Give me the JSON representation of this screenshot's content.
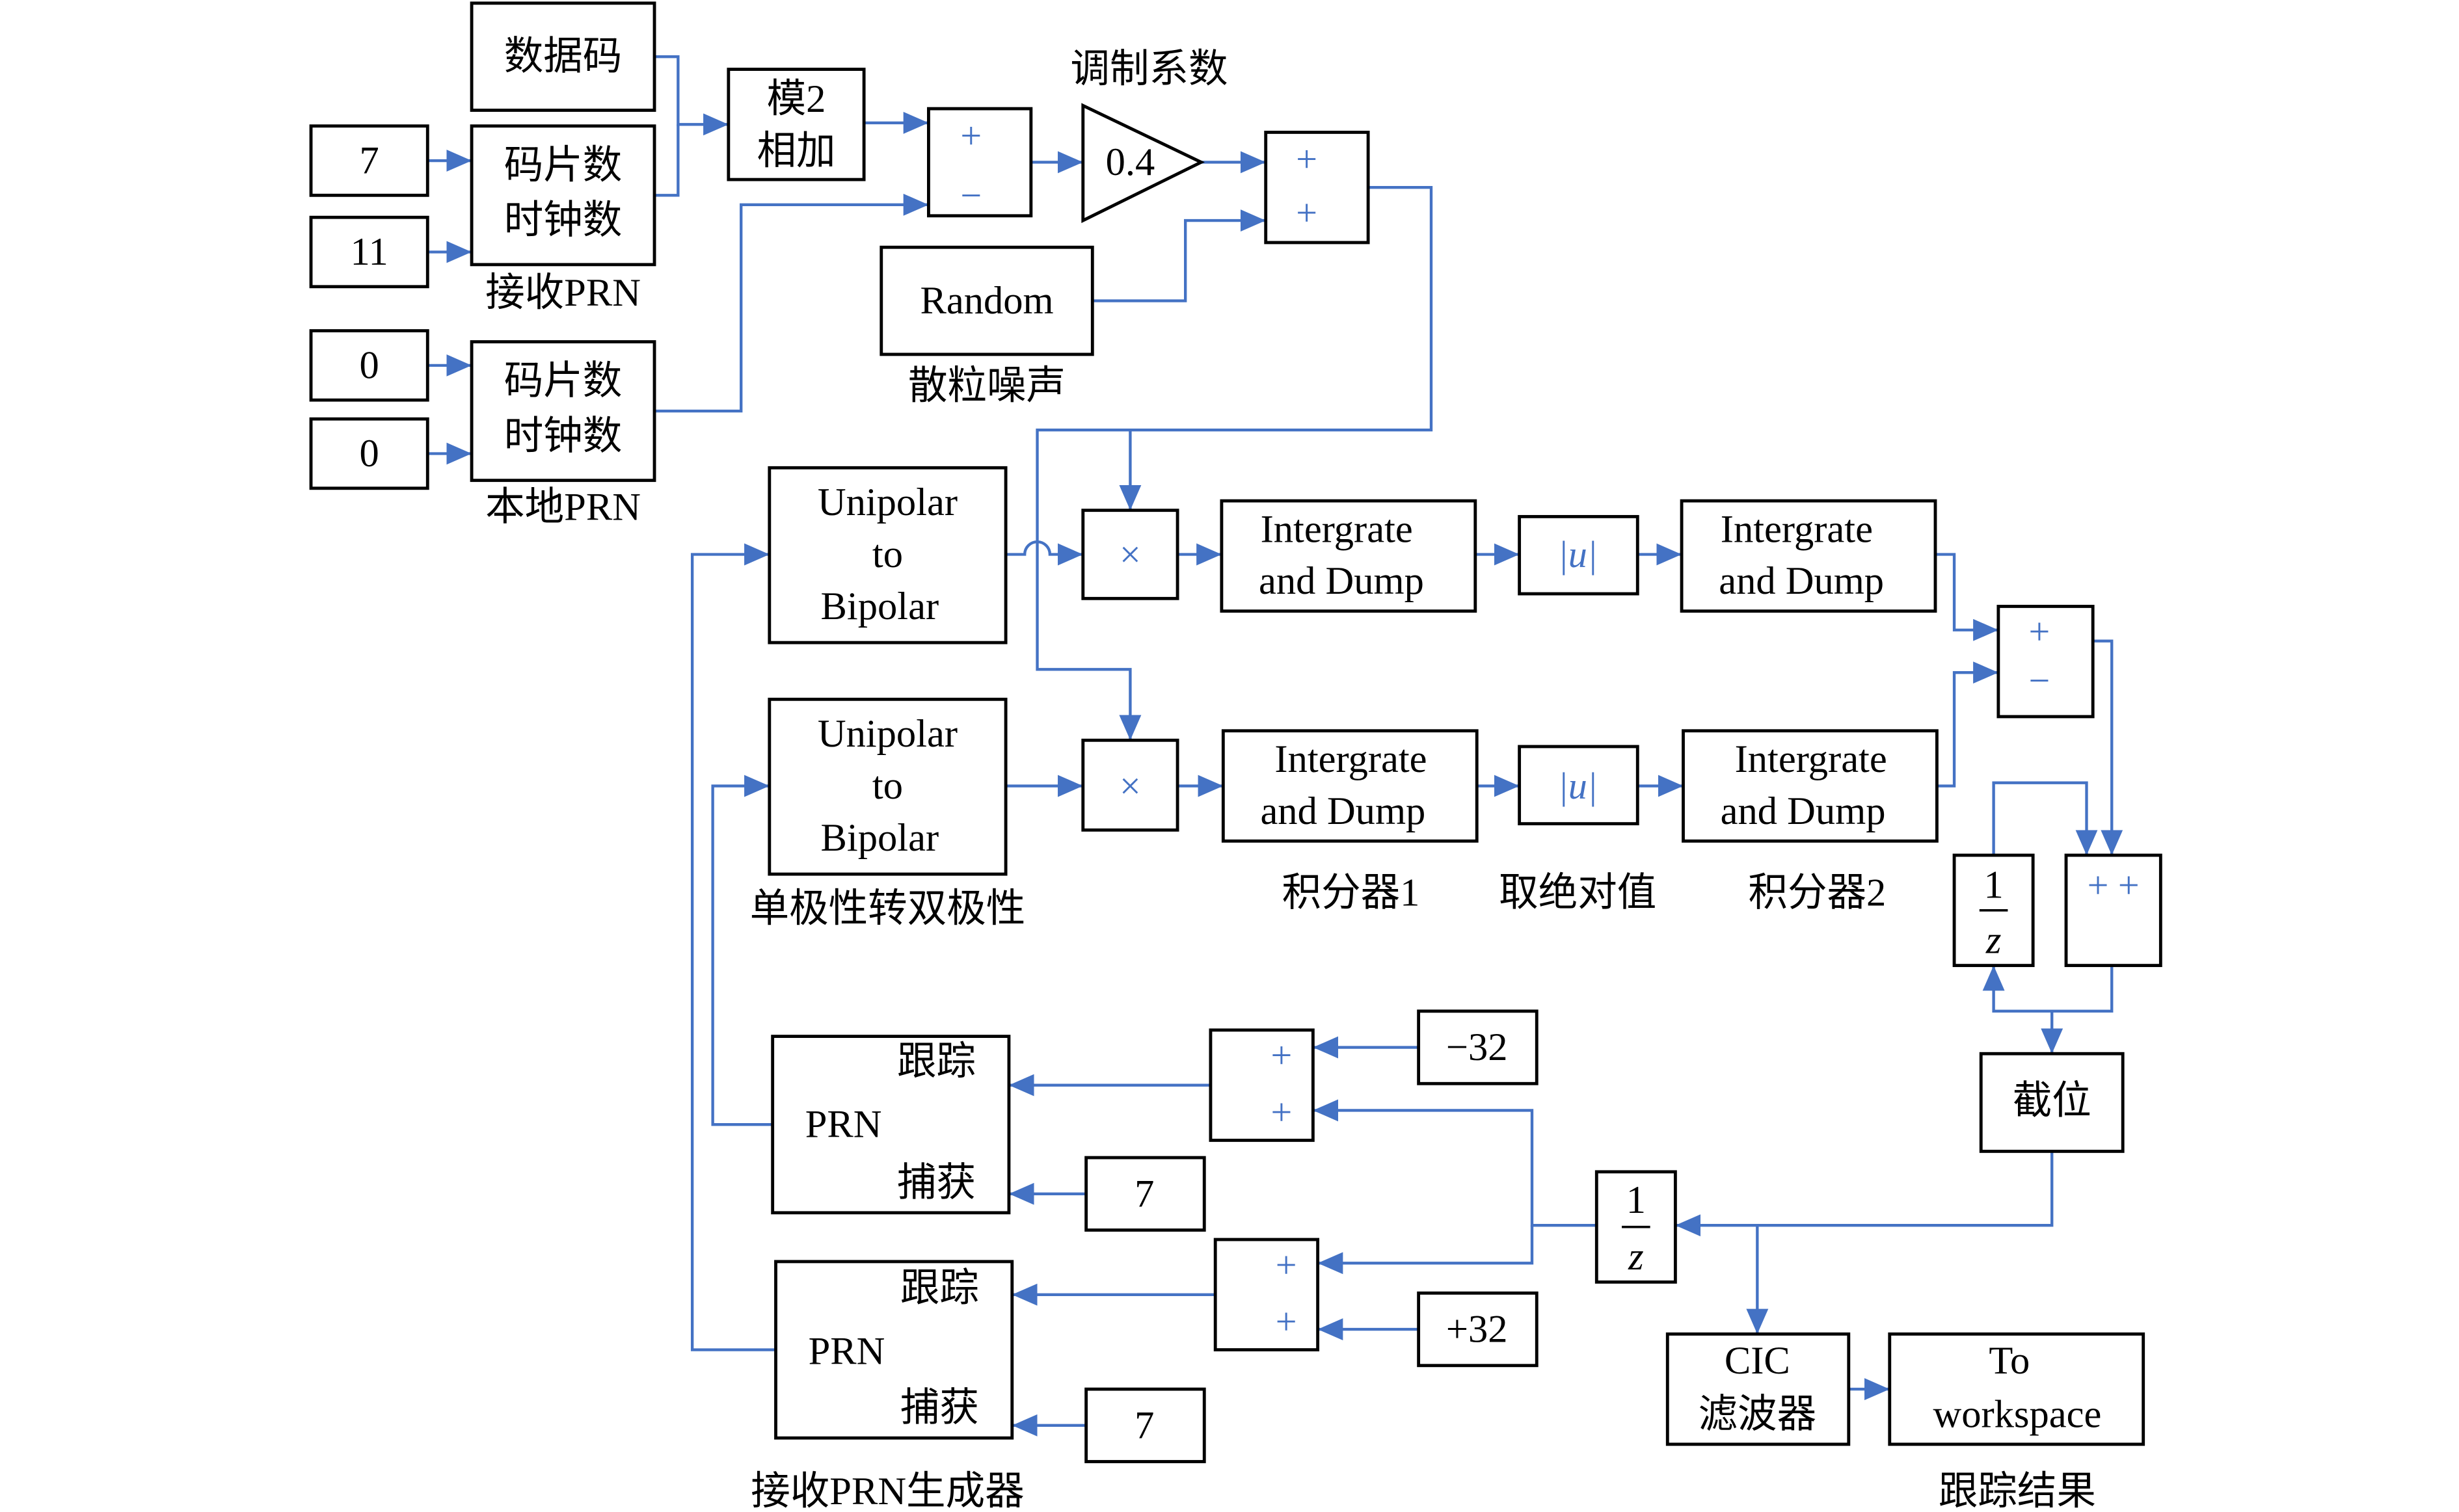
{
  "colors": {
    "wire": "#4472c4",
    "block_border": "#000000",
    "sign": "#4472c4"
  },
  "blocks": {
    "data_code": "数据码",
    "const_7a": "7",
    "const_11": "11",
    "const_0a": "0",
    "const_0b": "0",
    "recv_chip": {
      "line1": "码片数",
      "line2": "时钟数",
      "caption": "接收PRN"
    },
    "local_chip": {
      "line1": "码片数",
      "line2": "时钟数",
      "caption": "本地PRN"
    },
    "mod2": {
      "line1": "模2",
      "line2": "相加"
    },
    "sum_pm": {
      "s1": "+",
      "s2": "−"
    },
    "gain": {
      "value": "0.4",
      "caption": "调制系数"
    },
    "sum_pp": {
      "s1": "+",
      "s2": "+"
    },
    "random": {
      "label": "Random",
      "caption": "散粒噪声"
    },
    "u2b1": {
      "line1": "Unipolar",
      "line2": "to",
      "line3": "Bipolar"
    },
    "u2b2": {
      "line1": "Unipolar",
      "line2": "to",
      "line3": "Bipolar",
      "caption": "单极性转双极性"
    },
    "mult": "×",
    "id": {
      "line1": "Intergrate",
      "line2": "and Dump"
    },
    "abs": "|u|",
    "captions": {
      "int1": "积分器1",
      "abs": "取绝对值",
      "int2": "积分器2"
    },
    "sum_err": {
      "s1": "+",
      "s2": "−"
    },
    "delay": {
      "num": "1",
      "den": "z"
    },
    "sum_acc": "+ +",
    "trunc": "截位",
    "const_m32": "−32",
    "const_p32": "+32",
    "const_7b": "7",
    "const_7c": "7",
    "track": {
      "line1": "跟踪",
      "line2": "PRN",
      "line3": "捕获",
      "caption": "接收PRN生成器"
    },
    "cic": {
      "line1": "CIC",
      "line2": "滤波器"
    },
    "workspace": {
      "line1": "To",
      "line2": "workspace",
      "caption": "跟踪结果"
    }
  }
}
